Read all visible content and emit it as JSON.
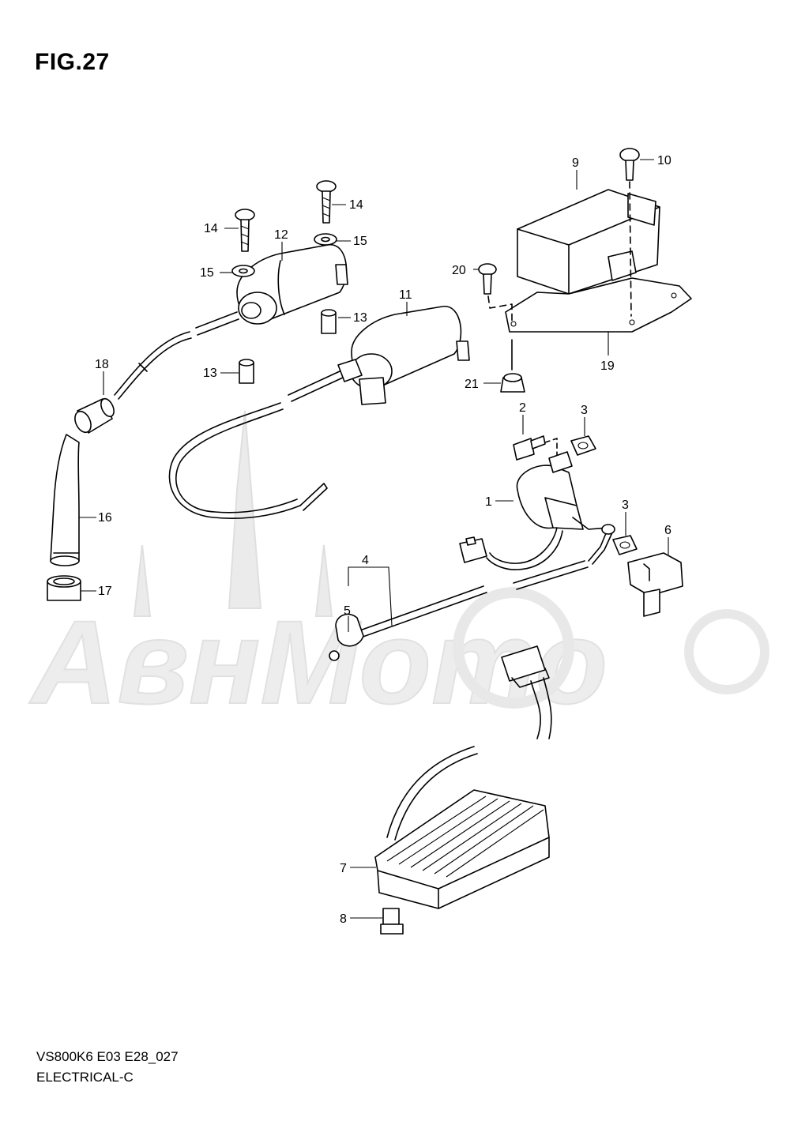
{
  "title": "FIG.27",
  "footer": {
    "code": "VS800K6 E03 E28_027",
    "name": "ELECTRICAL-C"
  },
  "watermark": "АвнМото",
  "callouts": [
    {
      "id": "c1",
      "text": "1"
    },
    {
      "id": "c2",
      "text": "2"
    },
    {
      "id": "c3a",
      "text": "3"
    },
    {
      "id": "c3b",
      "text": "3"
    },
    {
      "id": "c4",
      "text": "4"
    },
    {
      "id": "c5",
      "text": "5"
    },
    {
      "id": "c6",
      "text": "6"
    },
    {
      "id": "c7",
      "text": "7"
    },
    {
      "id": "c8",
      "text": "8"
    },
    {
      "id": "c9",
      "text": "9"
    },
    {
      "id": "c10",
      "text": "10"
    },
    {
      "id": "c11",
      "text": "11"
    },
    {
      "id": "c12",
      "text": "12"
    },
    {
      "id": "c13a",
      "text": "13"
    },
    {
      "id": "c13b",
      "text": "13"
    },
    {
      "id": "c14a",
      "text": "14"
    },
    {
      "id": "c14b",
      "text": "14"
    },
    {
      "id": "c15a",
      "text": "15"
    },
    {
      "id": "c15b",
      "text": "15"
    },
    {
      "id": "c16",
      "text": "16"
    },
    {
      "id": "c17",
      "text": "17"
    },
    {
      "id": "c18",
      "text": "18"
    },
    {
      "id": "c19",
      "text": "19"
    },
    {
      "id": "c20",
      "text": "20"
    },
    {
      "id": "c21",
      "text": "21"
    }
  ]
}
